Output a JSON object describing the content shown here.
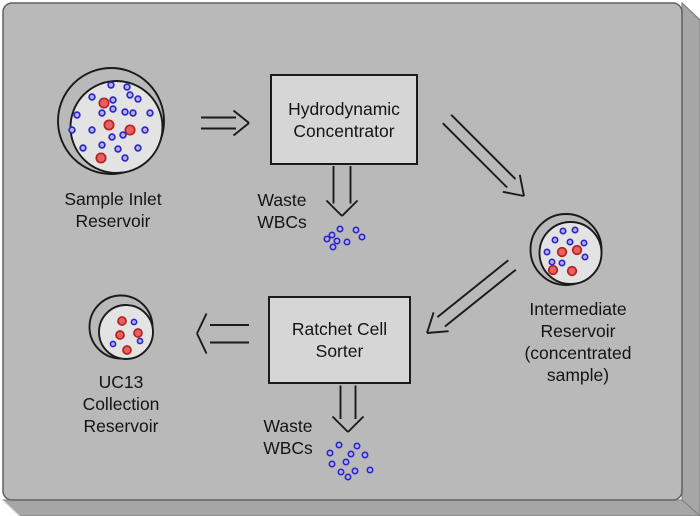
{
  "labels": {
    "sample_reservoir": [
      "Sample Inlet",
      "Reservoir"
    ],
    "hydrodynamic_concentrator": [
      "Hydrodynamic",
      "Concentrator"
    ],
    "waste_wbcs_1": [
      "Waste",
      "WBCs"
    ],
    "intermediate_reservoir": [
      "Intermediate",
      "Reservoir",
      "(concentrated",
      "sample)"
    ],
    "ratchet_cell_sorter": [
      "Ratchet Cell",
      "Sorter"
    ],
    "uc13_reservoir": [
      "UC13",
      "Collection",
      "Reservoir"
    ],
    "waste_wbcs_2": [
      "Waste",
      "WBCs"
    ]
  },
  "colors": {
    "panel": "#b9b9b9",
    "panel_side": "#a6a6a6",
    "box_fill": "#d6d6d6",
    "dish_fill": "#e3e3e3",
    "outline": "#1a1a1a",
    "rbc_fill": "#e86060",
    "rbc_stroke": "#b52020",
    "wbc_fill": "#b2afee",
    "wbc_stroke": "#2b24c8"
  },
  "dot_groups": [
    {
      "name": "sample-reservoir-cells",
      "red": {
        "r": 4.7,
        "points": [
          [
            104,
            103
          ],
          [
            109,
            125
          ],
          [
            130,
            130
          ],
          [
            101,
            158
          ]
        ]
      },
      "blue": {
        "r": 2.9,
        "points": [
          [
            111,
            85
          ],
          [
            127,
            87
          ],
          [
            92,
            97
          ],
          [
            130,
            95
          ],
          [
            138,
            99
          ],
          [
            113,
            100
          ],
          [
            77,
            115
          ],
          [
            102,
            113
          ],
          [
            113,
            109
          ],
          [
            125,
            112
          ],
          [
            133,
            113
          ],
          [
            150,
            113
          ],
          [
            72,
            130
          ],
          [
            92,
            130
          ],
          [
            145,
            130
          ],
          [
            112,
            137
          ],
          [
            123,
            135
          ],
          [
            83,
            148
          ],
          [
            102,
            145
          ],
          [
            118,
            149
          ],
          [
            138,
            148
          ],
          [
            125,
            158
          ]
        ]
      }
    },
    {
      "name": "intermediate-reservoir-cells",
      "red": {
        "r": 4.3,
        "points": [
          [
            562,
            252
          ],
          [
            577,
            250
          ],
          [
            553,
            270
          ],
          [
            572,
            271
          ]
        ]
      },
      "blue": {
        "r": 2.7,
        "points": [
          [
            563,
            231
          ],
          [
            575,
            230
          ],
          [
            555,
            240
          ],
          [
            570,
            242
          ],
          [
            584,
            243
          ],
          [
            547,
            252
          ],
          [
            585,
            257
          ],
          [
            552,
            262
          ],
          [
            562,
            263
          ]
        ]
      }
    },
    {
      "name": "uc13-reservoir-cells",
      "red": {
        "r": 4.0,
        "points": [
          [
            122,
            321
          ],
          [
            120,
            335
          ],
          [
            138,
            333
          ],
          [
            127,
            350
          ]
        ]
      },
      "blue": {
        "r": 2.6,
        "points": [
          [
            134,
            322
          ],
          [
            113,
            344
          ],
          [
            140,
            341
          ]
        ]
      }
    },
    {
      "name": "waste-wbc-cluster-1",
      "blue": {
        "r": 2.7,
        "points": [
          [
            340,
            229
          ],
          [
            332,
            235
          ],
          [
            327,
            239
          ],
          [
            337,
            241
          ],
          [
            333,
            247
          ],
          [
            356,
            230
          ],
          [
            362,
            237
          ],
          [
            347,
            242
          ]
        ]
      }
    },
    {
      "name": "waste-wbc-cluster-2",
      "blue": {
        "r": 2.7,
        "points": [
          [
            339,
            445
          ],
          [
            357,
            446
          ],
          [
            330,
            453
          ],
          [
            351,
            454
          ],
          [
            365,
            455
          ],
          [
            332,
            464
          ],
          [
            346,
            462
          ],
          [
            341,
            472
          ],
          [
            355,
            471
          ],
          [
            370,
            470
          ],
          [
            348,
            477
          ]
        ]
      }
    }
  ]
}
